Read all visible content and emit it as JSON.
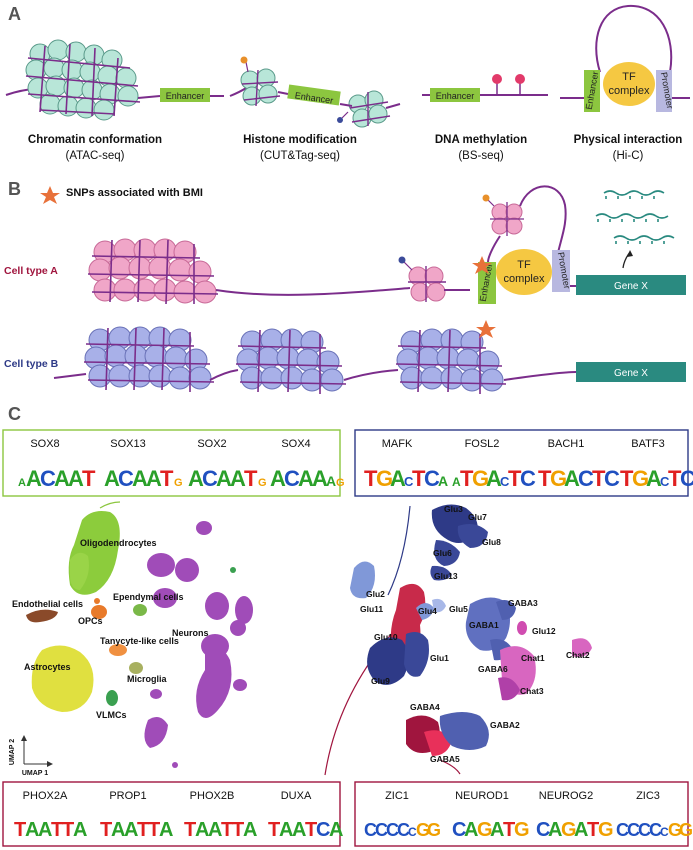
{
  "panels": {
    "a": "A",
    "b": "B",
    "c": "C"
  },
  "panel_a": {
    "enhancer": "Enhancer",
    "tf_line1": "TF",
    "tf_line2": "complex",
    "promoter": "Promoter",
    "captions": [
      {
        "title": "Chromatin conformation",
        "method": "(ATAC-seq)"
      },
      {
        "title": "Histone modification",
        "method": "(CUT&Tag-seq)"
      },
      {
        "title": "DNA methylation",
        "method": "(BS-seq)"
      },
      {
        "title": "Physical interaction",
        "method": "(Hi-C)"
      }
    ]
  },
  "panel_b": {
    "legend": "SNPs associated with BMI",
    "cell_type_a": "Cell type A",
    "cell_type_b": "Cell type B",
    "gene_a": "Gene X",
    "gene_b": "Gene X",
    "enhancer": "Enhancer",
    "promoter": "Promoter",
    "tf_line1": "TF",
    "tf_line2": "complex"
  },
  "panel_c": {
    "top_left_motifs": [
      "SOX8",
      "SOX13",
      "SOX2",
      "SOX4"
    ],
    "top_right_motifs": [
      "MAFK",
      "FOSL2",
      "BACH1",
      "BATF3"
    ],
    "bottom_left_motifs": [
      "PHOX2A",
      "PROP1",
      "PHOX2B",
      "DUXA"
    ],
    "bottom_right_motifs": [
      "ZIC1",
      "NEUROD1",
      "NEUROG2",
      "ZIC3"
    ],
    "umap_left_labels": {
      "oligodendrocytes": "Oligodendrocytes",
      "endothelial": "Endothelial cells",
      "ependymal": "Ependymal cells",
      "opcs": "OPCs",
      "neurons": "Neurons",
      "tanycyte": "Tanycyte-like cells",
      "astrocytes": "Astrocytes",
      "microglia": "Microglia",
      "vlmcs": "VLMCs"
    },
    "axis_y": "UMAP 2",
    "axis_x": "UMAP 1",
    "umap_right_labels": {
      "glu3": "Glu3",
      "glu7": "Glu7",
      "glu8": "Glu8",
      "glu6": "Glu6",
      "glu2": "Glu2",
      "glu13": "Glu13",
      "glu11": "Glu11",
      "glu4": "Glu4",
      "glu5": "Glu5",
      "gaba3": "GABA3",
      "gaba1": "GABA1",
      "glu12": "Glu12",
      "glu10": "Glu10",
      "glu1": "Glu1",
      "gaba6": "GABA6",
      "chat1": "Chat1",
      "chat2": "Chat2",
      "chat3": "Chat3",
      "glu9": "Glu9",
      "gaba4": "GABA4",
      "gaba2": "GABA2",
      "gaba5": "GABA5"
    }
  },
  "colors": {
    "purple_line": "#7b2d8b",
    "green_label": "#8cc63f",
    "tf_yellow": "#f5c842",
    "promoter": "#b8b8e0",
    "cell_a_red": "#a0153e",
    "cell_b_blue": "#2e3a87",
    "gene_teal": "#2a8a80",
    "oligo_green": "#8ccc3c",
    "neurons_purple": "#a04cb8",
    "astro_yellow": "#e0e040"
  }
}
